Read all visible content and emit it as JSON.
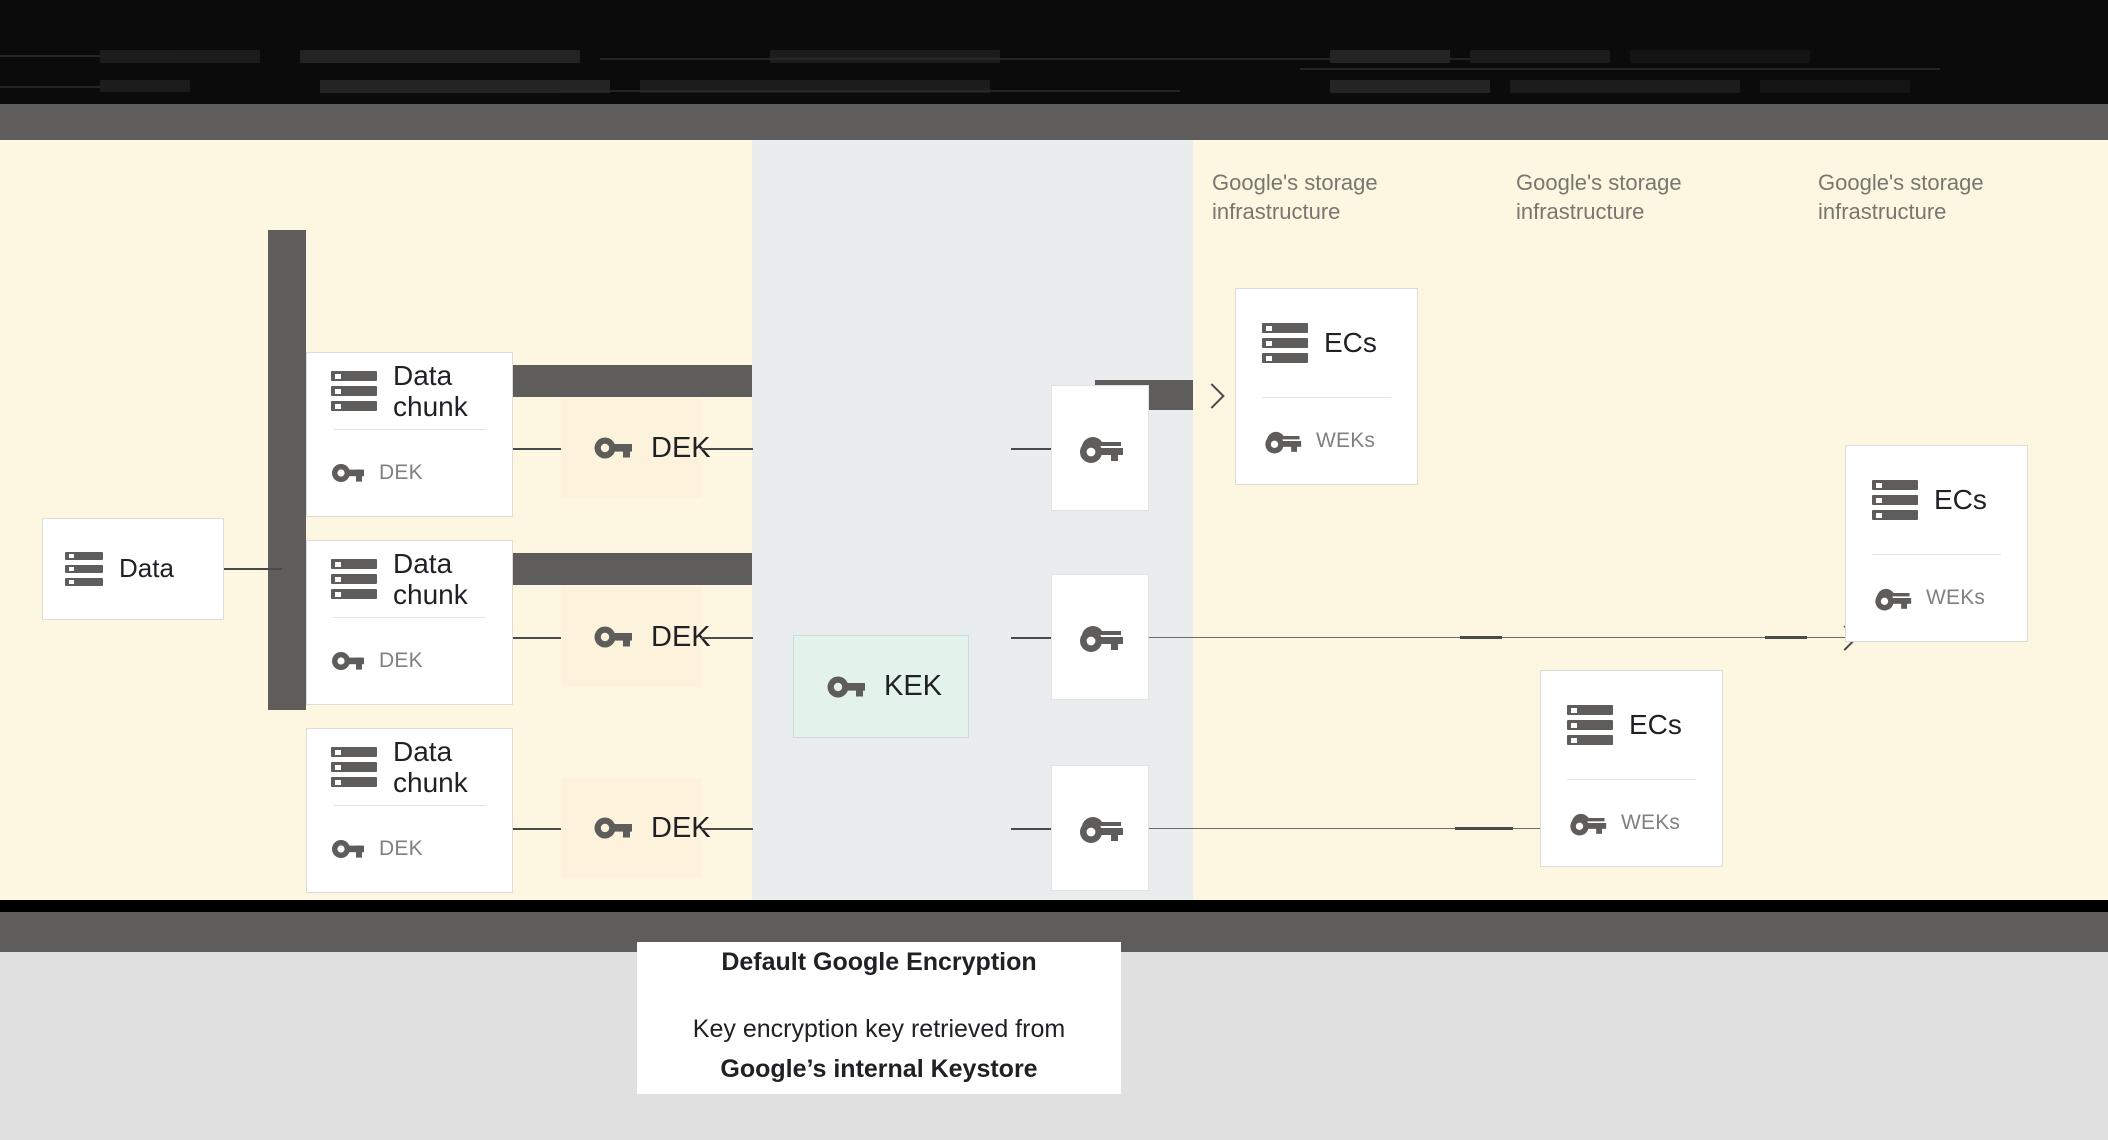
{
  "header": {
    "obscured": true,
    "note": "top banner text is rendered dark-on-dark and is not legible"
  },
  "diagram": {
    "source": {
      "label": "Data",
      "icon": "server-icon"
    },
    "chunks": [
      {
        "title": "Data\nchunk",
        "key_label": "DEK",
        "dek_box": "DEK"
      },
      {
        "title": "Data\nchunk",
        "key_label": "DEK",
        "dek_box": "DEK"
      },
      {
        "title": "Data\nchunk",
        "key_label": "DEK",
        "dek_box": "DEK"
      }
    ],
    "kek": {
      "label": "KEK",
      "icon": "key-icon"
    },
    "wrapped_keys": [
      {
        "icon": "wrapped-key-icon"
      },
      {
        "icon": "wrapped-key-icon"
      },
      {
        "icon": "wrapped-key-icon"
      }
    ],
    "region_labels": [
      "Google's storage\ninfrastructure",
      "Google's storage\ninfrastructure",
      "Google's storage\ninfrastructure"
    ],
    "storage_cards": [
      {
        "title": "ECs",
        "key_label": "WEKs"
      },
      {
        "title": "ECs",
        "key_label": "WEKs"
      },
      {
        "title": "ECs",
        "key_label": "WEKs"
      }
    ]
  },
  "legend": {
    "title": "Default Google Encryption",
    "body_lead": "Key encryption key retrieved from",
    "body_strong": "Google’s internal Keystore"
  },
  "colors": {
    "band_cream": "#fdf6e0",
    "band_bluegrey": "#e9edee",
    "rule_dark": "#5e5d5b",
    "footer_grey": "#e0e0e0",
    "dek_fill": "#fdf3dd",
    "kek_fill": "#e3f3ec",
    "icon_grey": "#5e5d5b",
    "text_dark": "#202124",
    "text_muted": "#80807e"
  }
}
